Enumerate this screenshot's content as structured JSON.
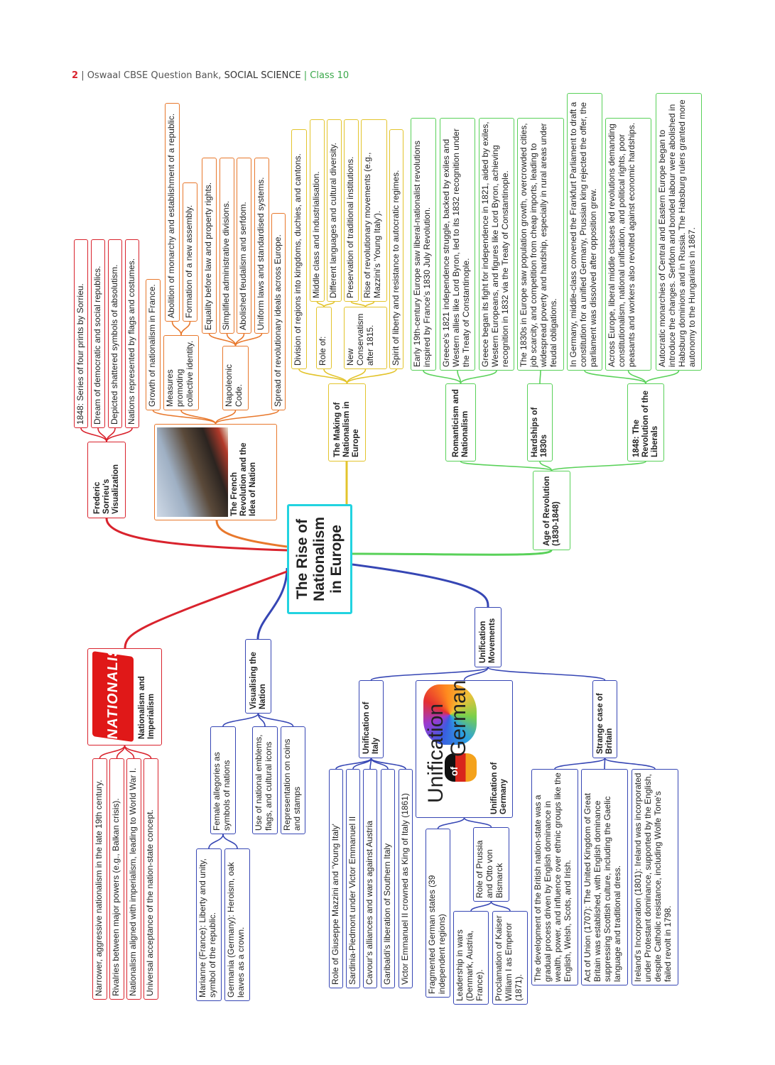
{
  "header": {
    "page": "2",
    "book": "| Oswaal CBSE Question Bank,",
    "subject": "SOCIAL SCIENCE",
    "class": "| Class 10"
  },
  "central": "The Rise of Nationalism in Europe",
  "sorrieu": {
    "title": "Frederic Sorrieu's Visualization",
    "items": [
      "1848: Series of four prints by Sorrieu.",
      "Dream of democratic and social republics.",
      "Depicted shattered symbols of absolutism.",
      "Nations represented by flags and costumes."
    ]
  },
  "french": {
    "title": "The French Revolution and the Idea of Nation",
    "growth": "Growth of nationalism in France.",
    "measures": {
      "label": "Measures promoting collective identity.",
      "items": [
        "Abolition of monarchy and establishment of a republic.",
        "Formation of a new assembly."
      ]
    },
    "napoleonic": {
      "label": "Napoleonic Code.",
      "items": [
        "Equality before law and property rights.",
        "Simplified administrative divisions.",
        "Abolished feudalism and serfdom.",
        "Uniform laws and standardised systems."
      ]
    },
    "spread": "Spread of revolutionary ideals across Europe."
  },
  "making": {
    "title": "The Making of Nationalism in Europe",
    "division": "Division of regions into kingdoms, duchies, and cantons.",
    "role": {
      "label": "Role of:",
      "items": [
        "Middle class and industrialisation.",
        "Different languages and cultural diversity."
      ]
    },
    "conservatism": {
      "label": "New Conservatism after 1815.",
      "items": [
        "Preservation of traditional institutions.",
        "Rise of revolutionary movements (e.g., Mazzini's 'Young Italy')."
      ]
    },
    "spirit": "Spirit of liberty and resistance to autocratic regimes."
  },
  "age": {
    "title": "Age of Revolution (1830-1848)",
    "romanticism": {
      "label": "Romanticism and Nationalism",
      "items": [
        "Early 19th-century Europe saw liberal-nationalist revolutions inspired by France's 1830 July Revolution.",
        "Greece's 1821 independence struggle, backed by exiles and Western allies like Lord Byron, led to its 1832 recognition under the Treaty of Constantinople.",
        "Greece began its fight for independence in 1821, aided by exiles, Western Europeans, and figures like Lord Byron, achieving recognition in 1832 via the Treaty of Constantinople."
      ]
    },
    "hardships": {
      "label": "Hardships of 1830s",
      "items": [
        "The 1830s in Europe saw population growth, overcrowded cities, job scarcity, and competition from cheap imports, leading to widespread poverty and hardship, especially in rural areas under feudal obligations."
      ]
    },
    "liberals": {
      "label": "1848: The Revolution of the Liberals",
      "items": [
        "In Germany, middle-class convened the Frankfurt Parliament to draft a constitution for a unified Germany, Prussian king rejected the offer, the parliament was dissolved after opposition grew.",
        "Across Europe, liberal middle classes led revolutions demanding constitutionalism, national unification, and political rights, poor peasants and workers also revolted against economic hardships.",
        "Autocratic monarchies of Central and Eastern Europe began to introduce the changes. Serfdom and bonded labour were abolished in Habsburg dominions and in Russia. The Habsburg rulers granted more autonomy to the Hungarians in 1867."
      ]
    }
  },
  "visualising": {
    "title": "Visualising the Nation",
    "female": {
      "label": "Female allegories as symbols of nations",
      "items": [
        "Marianne (France): Liberty and unity, symbol of the republic.",
        "Germania (Germany): Heroism, oak leaves as a crown."
      ]
    },
    "emblems": "Use of national emblems, flags, and cultural icons",
    "coins": "Representation on coins and stamps"
  },
  "unification": {
    "title": "Unification Movements",
    "italy": {
      "label": "Unification of Italy",
      "items": [
        "Role of Giuseppe Mazzini and 'Young Italy'",
        "Sardinia-Piedmont under Victor Emmanuel II",
        "Cavour's alliances and wars against Austria",
        "Garibaldi's liberation of Southern Italy",
        "Victor Emmanuel II crowned as King of Italy (1861)"
      ]
    },
    "germany": {
      "label": "Unification of Germany",
      "image_text": [
        "Unification",
        "of",
        "Germany"
      ],
      "fragmented": "Fragmented German states (39 independent regions)",
      "prussia": {
        "label": "Role of Prussia and Otto von Bismarck",
        "items": [
          "Leadership in wars (Denmark, Austria, France).",
          "Proclamation of Kaiser William I as Emperor (1871)."
        ]
      }
    },
    "britain": {
      "label": "Strange case of Britain",
      "items": [
        "The development of the British nation-state was a gradual process driven by English dominance in wealth, power, and influence over ethnic groups like the English, Welsh, Scots, and Irish.",
        "Act of Union (1707): The United Kingdom of Great Britain was established, with English dominance suppressing Scottish culture, including the Gaelic language and traditional dress.",
        "Ireland's Incorporation (1801): Ireland was incorporated under Protestant dominance, supported by the English, despite Catholic resistance, including Wolfe Tone's failed revolt in 1798."
      ]
    }
  },
  "imperialism": {
    "title": "Nationalism and Imperialism",
    "image_text": "NATIONALISM",
    "items": [
      "Narrower, aggressive nationalism in the late 19th century.",
      "Rivalries between major powers (e.g., Balkan crisis).",
      "Nationalism aligned with imperialism, leading to World War I.",
      "Universal acceptance of the nation-state concept."
    ]
  },
  "colors": {
    "central": "#22d3e0",
    "red": "#d9232d",
    "orange": "#e8782c",
    "yellow": "#e3c42c",
    "green": "#59d159",
    "blue": "#3646b4"
  }
}
